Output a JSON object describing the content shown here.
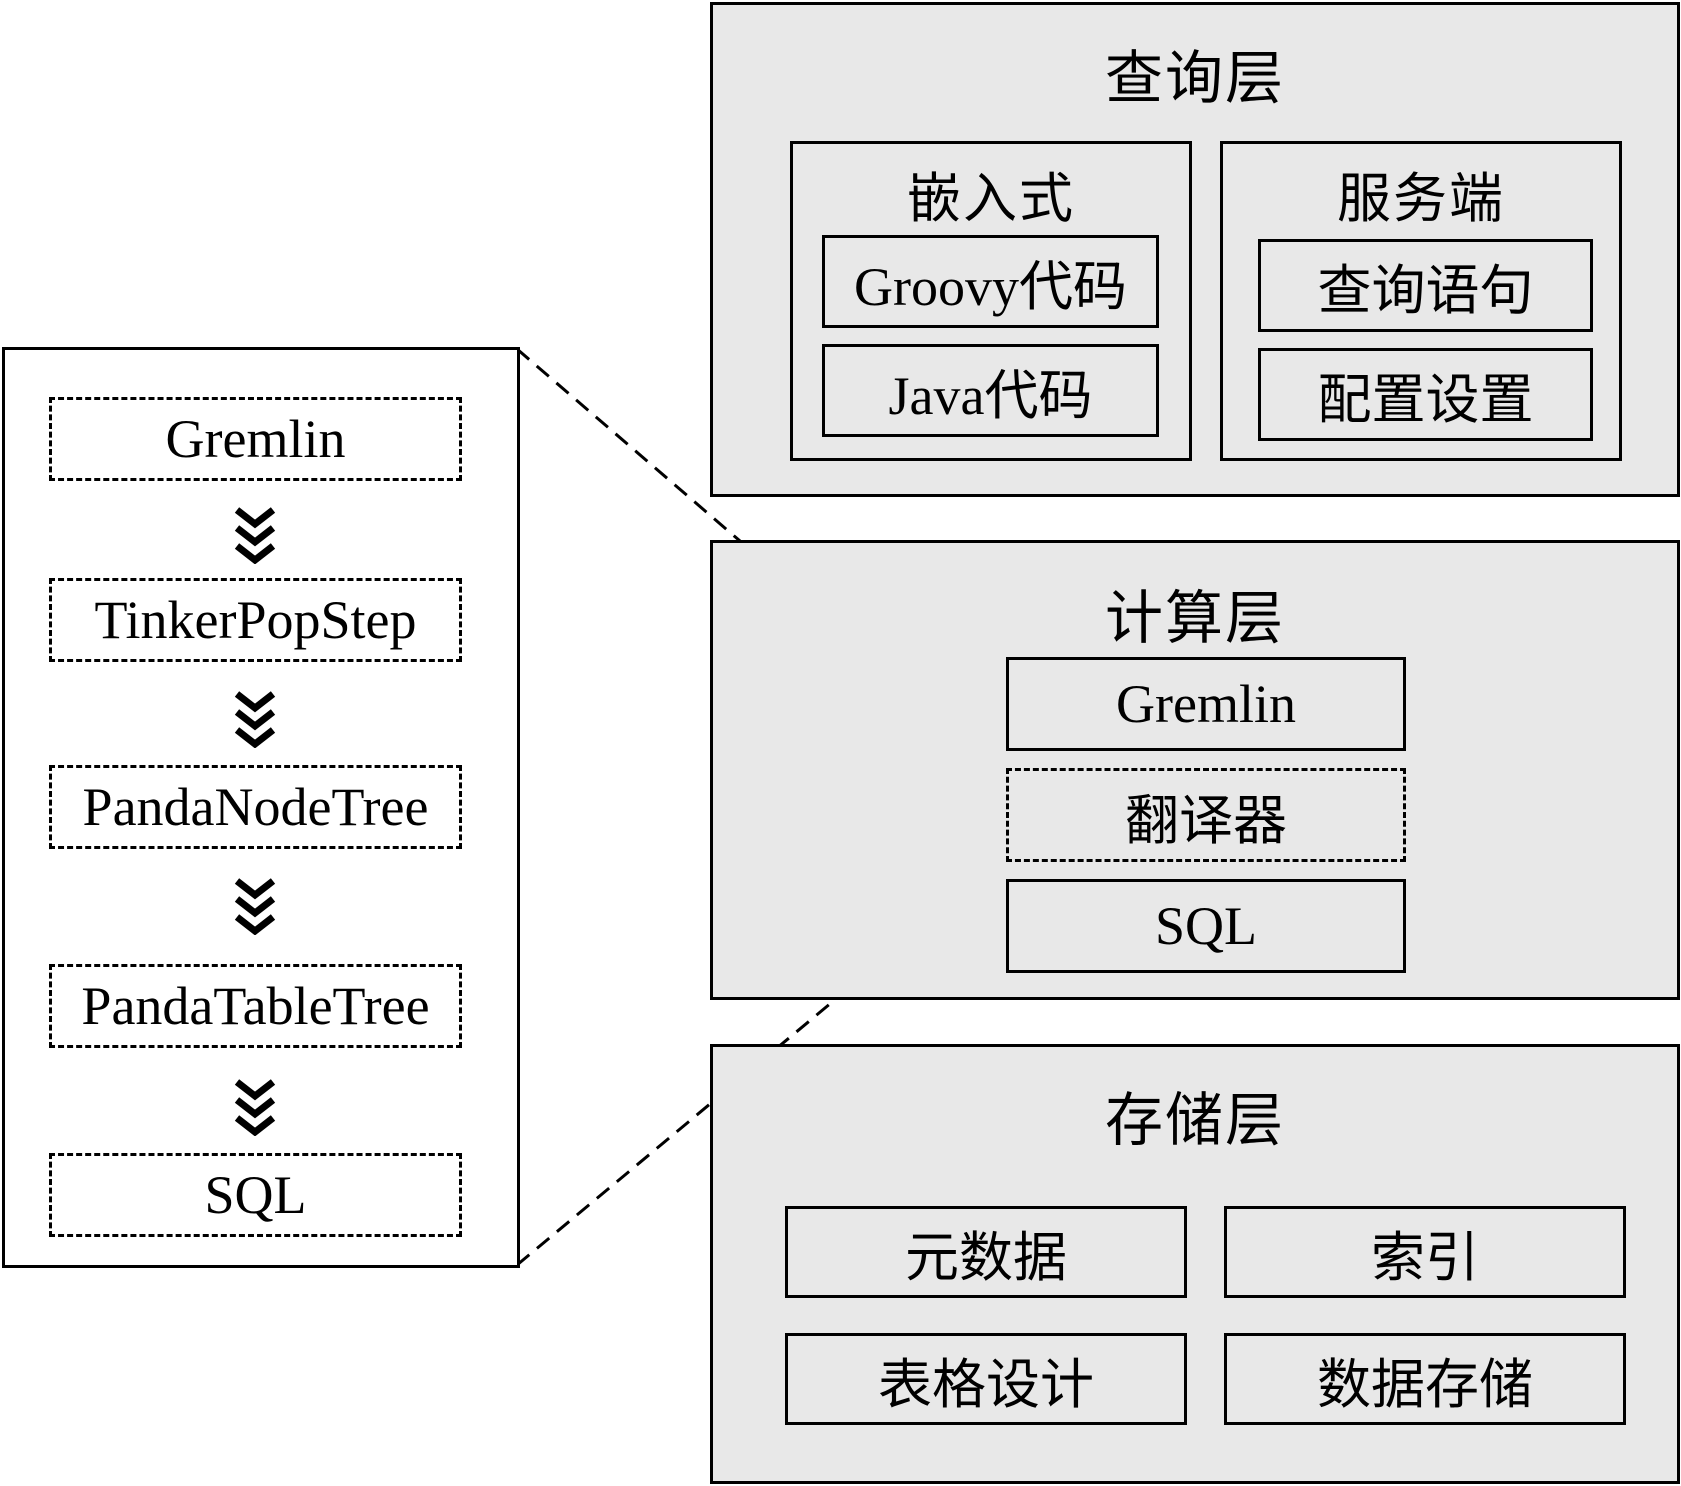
{
  "query_layer": {
    "title": "查询层",
    "embedded": {
      "title": "嵌入式",
      "items": [
        "Groovy代码",
        "Java代码"
      ]
    },
    "server": {
      "title": "服务端",
      "items": [
        "查询语句",
        "配置设置"
      ]
    }
  },
  "compute_layer": {
    "title": "计算层",
    "items": [
      "Gremlin",
      "翻译器",
      "SQL"
    ]
  },
  "storage_layer": {
    "title": "存储层",
    "items": [
      "元数据",
      "索引",
      "表格设计",
      "数据存储"
    ]
  },
  "translation_pipeline": {
    "steps": [
      "Gremlin",
      "TinkerPopStep",
      "PandaNodeTree",
      "PandaTableTree",
      "SQL"
    ]
  }
}
